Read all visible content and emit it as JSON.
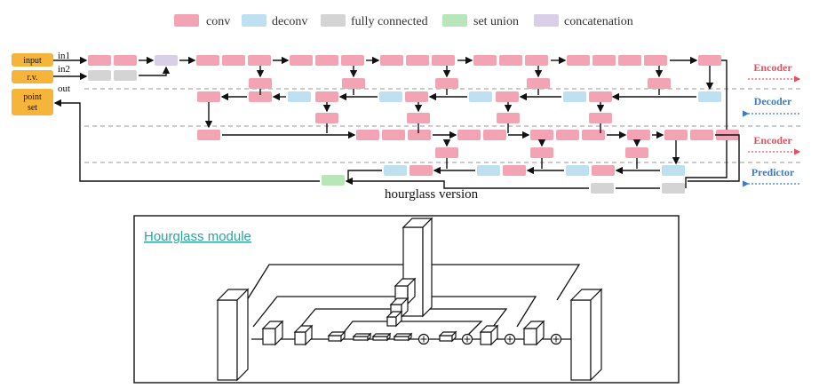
{
  "legend": {
    "conv": "conv",
    "deconv": "deconv",
    "fully_connected": "fully connected",
    "set_union": "set union",
    "concatenation": "concatenation"
  },
  "colors": {
    "conv": "#f2a4b4",
    "deconv": "#bfe0f0",
    "fully_connected": "#d4d4d4",
    "set_union": "#b9e6b9",
    "concatenation": "#d9d0e8",
    "io_box": "#f5b43a",
    "encoder": "#e5505f",
    "decoder": "#3b7ec4",
    "predictor": "#3b7ec4",
    "hourglass_title": "#2aa59e"
  },
  "io": {
    "input": "input",
    "rv": "r.v.",
    "point_set": "point set",
    "in1": "in1",
    "in2": "in2",
    "out": "out"
  },
  "stages": {
    "encoder1": "Encoder",
    "decoder": "Decoder",
    "encoder2": "Encoder",
    "predictor": "Predictor"
  },
  "caption": "hourglass version",
  "hourglass_title": "Hourglass module"
}
